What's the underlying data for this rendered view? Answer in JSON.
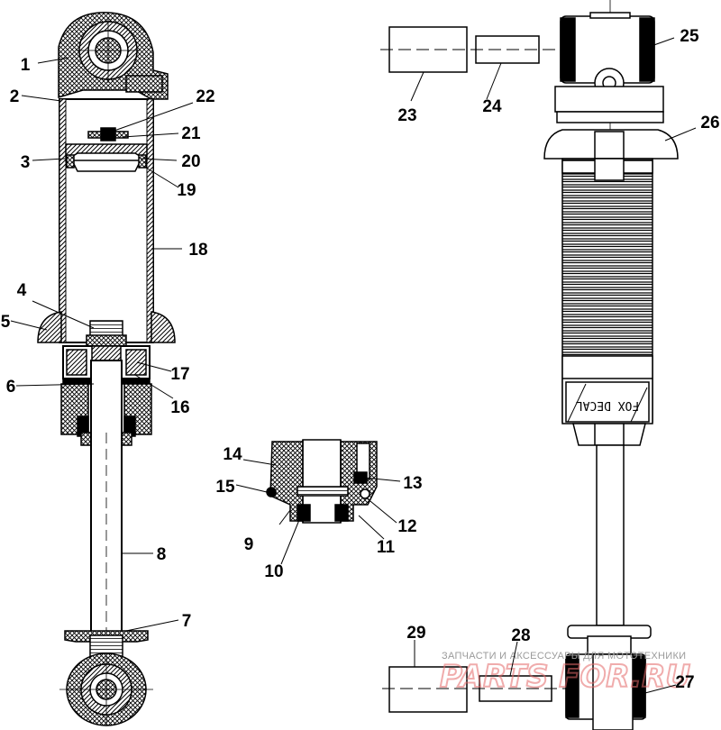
{
  "diagram": {
    "callouts": [
      "1",
      "2",
      "3",
      "4",
      "5",
      "6",
      "7",
      "8",
      "9",
      "10",
      "11",
      "12",
      "13",
      "14",
      "15",
      "16",
      "17",
      "18",
      "19",
      "20",
      "21",
      "22",
      "23",
      "24",
      "25",
      "26",
      "27",
      "28",
      "29"
    ],
    "decal_text": "FOX DECAL"
  },
  "watermark": {
    "caption": "ЗАПЧАСТИ И АКСЕССУАРЫ ДЛЯ МОТОТЕХНИКИ",
    "logo": "PARTS FOR.RU"
  }
}
